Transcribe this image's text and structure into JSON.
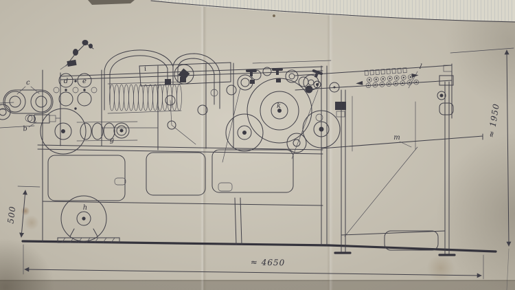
{
  "drawing": {
    "part_labels": {
      "b": "b",
      "c": "c",
      "d": "d",
      "e": "e",
      "g": "g",
      "h": "h",
      "i": "i",
      "k": "k",
      "l": "l",
      "m": "m"
    },
    "dimensions": {
      "overall_length": "≈ 4650",
      "delivery_end_height": "≈ 1950",
      "motor_platform_height": "500"
    },
    "colors": {
      "ink": "#403f48",
      "paper": "#bfb9ab"
    }
  }
}
